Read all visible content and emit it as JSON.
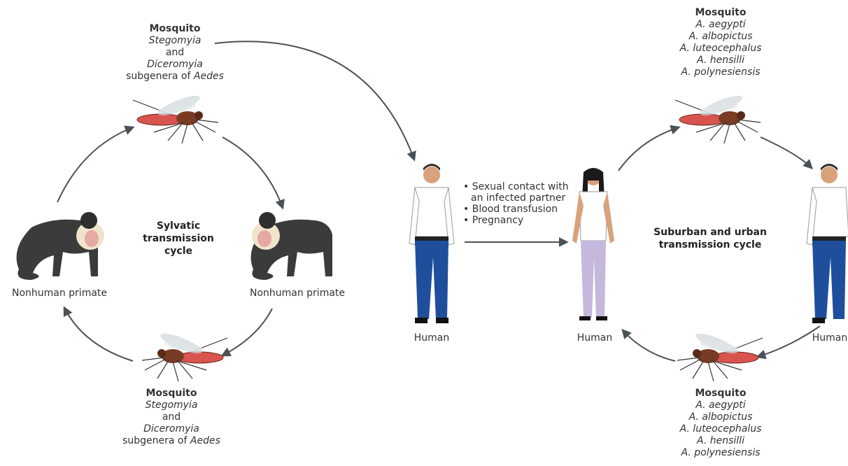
{
  "sylvatic": {
    "top_mosquito": {
      "title": "Mosquito",
      "line1": "Stegomyia",
      "line2": "and",
      "line3": "Diceromyia",
      "line4_pre": "subgenera of ",
      "line4_it": "Aedes"
    },
    "bottom_mosquito": {
      "title": "Mosquito",
      "line1": "Stegomyia",
      "line2": "and",
      "line3": "Diceromyia",
      "line4_pre": "subgenera of ",
      "line4_it": "Aedes"
    },
    "left_host": "Nonhuman primate",
    "right_host": "Nonhuman primate",
    "cycle_line1": "Sylvatic",
    "cycle_line2": "transmission",
    "cycle_line3": "cycle"
  },
  "transmission": {
    "bullets": [
      "Sexual contact with",
      "an infected partner",
      "Blood transfusion",
      "Pregnancy"
    ],
    "bullet_char": "•"
  },
  "humans": [
    "Human",
    "Human",
    "Human"
  ],
  "urban": {
    "cycle_line1": "Suburban and urban",
    "cycle_line2": "transmission cycle",
    "top_mosquito": {
      "title": "Mosquito",
      "species": [
        "A. aegypti",
        "A. albopictus",
        "A. luteocephalus",
        "A. hensilli",
        "A. polynesiensis"
      ]
    },
    "bottom_mosquito": {
      "title": "Mosquito",
      "species": [
        "A. aegypti",
        "A. albopictus",
        "A. luteocephalus",
        "A. hensilli",
        "A. polynesiensis"
      ]
    }
  },
  "colors": {
    "arrow": "#4a5257",
    "monkey": "#3b3b3b",
    "shirt": "#ffffff",
    "jeans": "#1f4f9c",
    "woman_pants": "#c6b7dc",
    "mosquito_body": "#7a3b24",
    "blood": "#d9534f"
  }
}
